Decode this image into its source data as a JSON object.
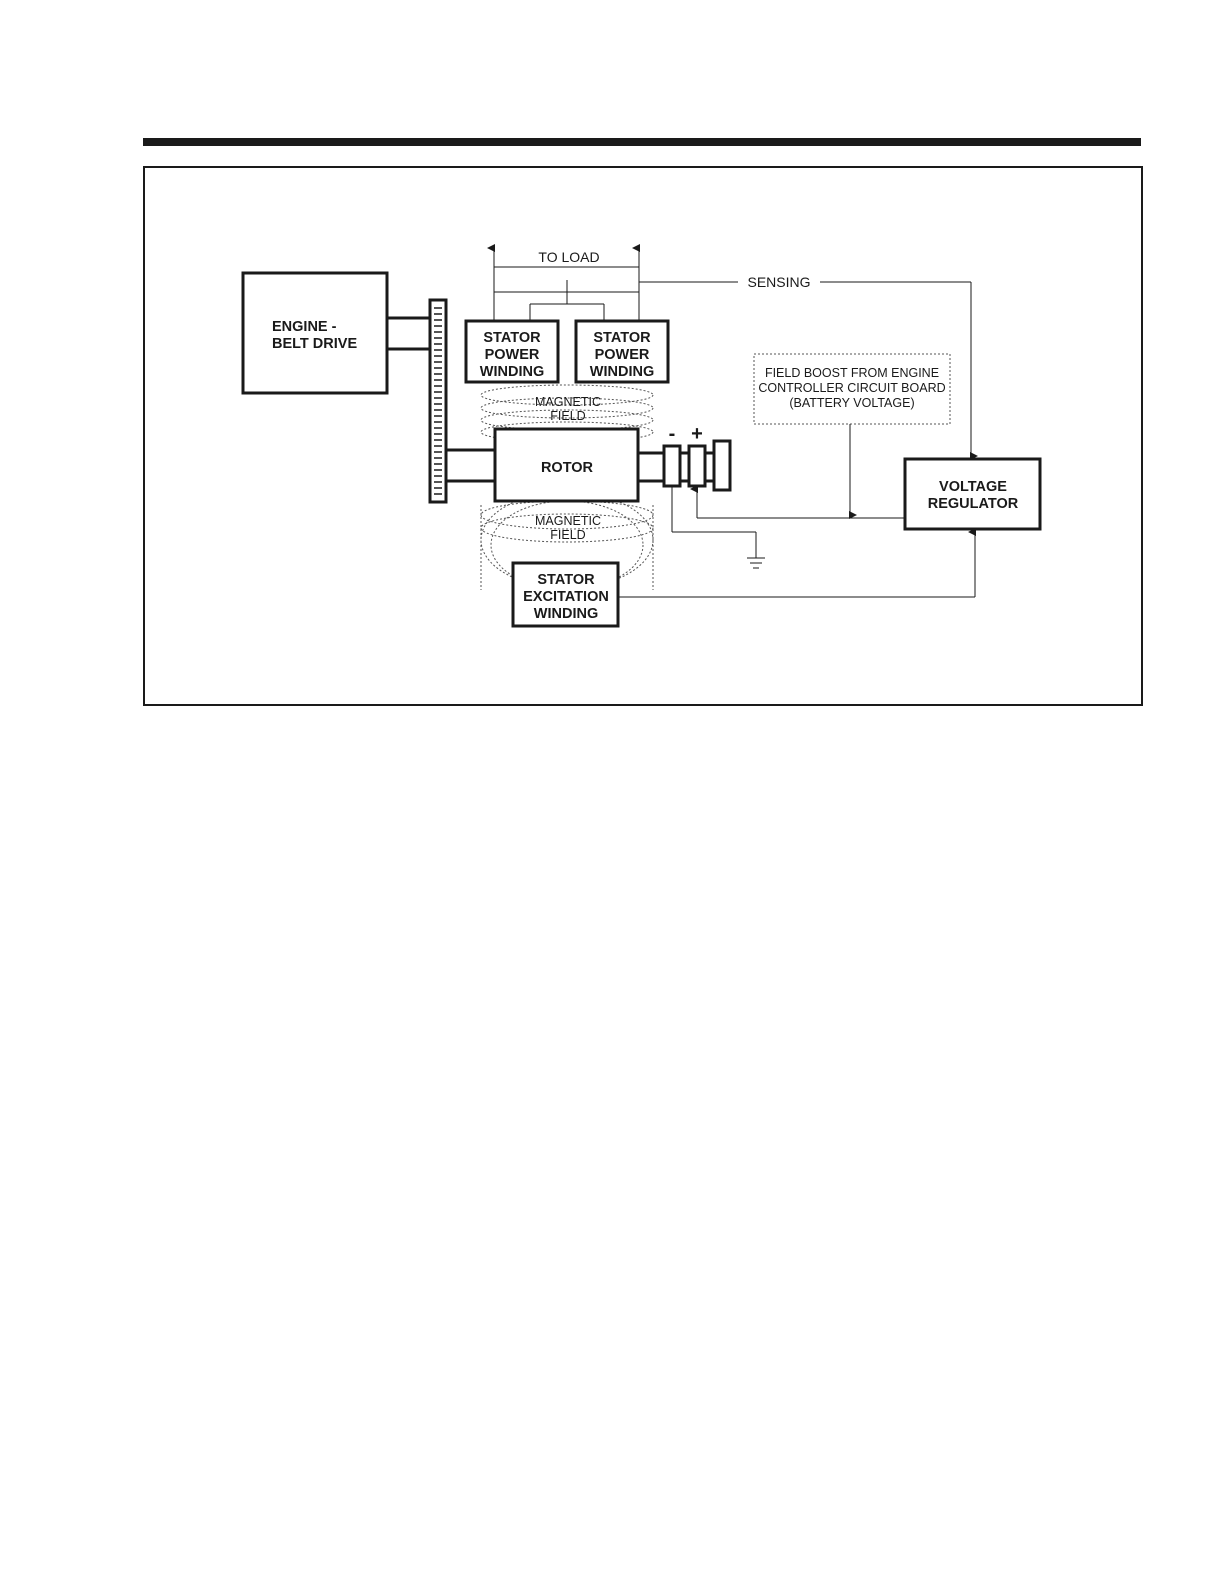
{
  "diagram": {
    "engine_line1": "ENGINE -",
    "engine_line2": "BELT DRIVE",
    "to_load": "TO LOAD",
    "sensing": "SENSING",
    "stator_power_left": [
      "STATOR",
      "POWER",
      "WINDING"
    ],
    "stator_power_right": [
      "STATOR",
      "POWER",
      "WINDING"
    ],
    "magnetic_field_top": [
      "MAGNETIC",
      "FIELD"
    ],
    "magnetic_field_bottom": [
      "MAGNETIC",
      "FIELD"
    ],
    "rotor": "ROTOR",
    "brush_minus": "-",
    "brush_plus": "+",
    "field_boost": [
      "FIELD BOOST FROM ENGINE",
      "CONTROLLER CIRCUIT BOARD",
      "(BATTERY VOLTAGE)"
    ],
    "voltage_regulator": [
      "VOLTAGE",
      "REGULATOR"
    ],
    "stator_excitation": [
      "STATOR",
      "EXCITATION",
      "WINDING"
    ]
  },
  "colors": {
    "ink": "#1a1a1a",
    "background": "#ffffff"
  }
}
